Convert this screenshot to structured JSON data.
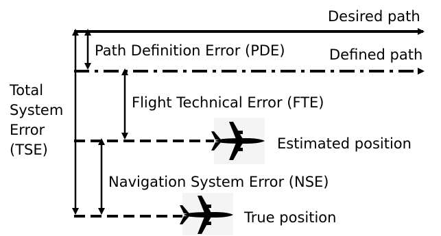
{
  "labels": {
    "desired_path": "Desired path",
    "defined_path": "Defined path",
    "pde": "Path Definition Error (PDE)",
    "fte": "Flight Technical Error (FTE)",
    "nse": "Navigation System Error (NSE)",
    "estimated_position": "Estimated position",
    "true_position": "True position",
    "tse_line1": "Total",
    "tse_line2": "System",
    "tse_line3": "Error",
    "tse_line4": "(TSE)"
  },
  "icons": {
    "estimated_aircraft": "airplane-icon",
    "true_aircraft": "airplane-icon"
  },
  "colors": {
    "ink": "#000000",
    "background": "#ffffff"
  }
}
